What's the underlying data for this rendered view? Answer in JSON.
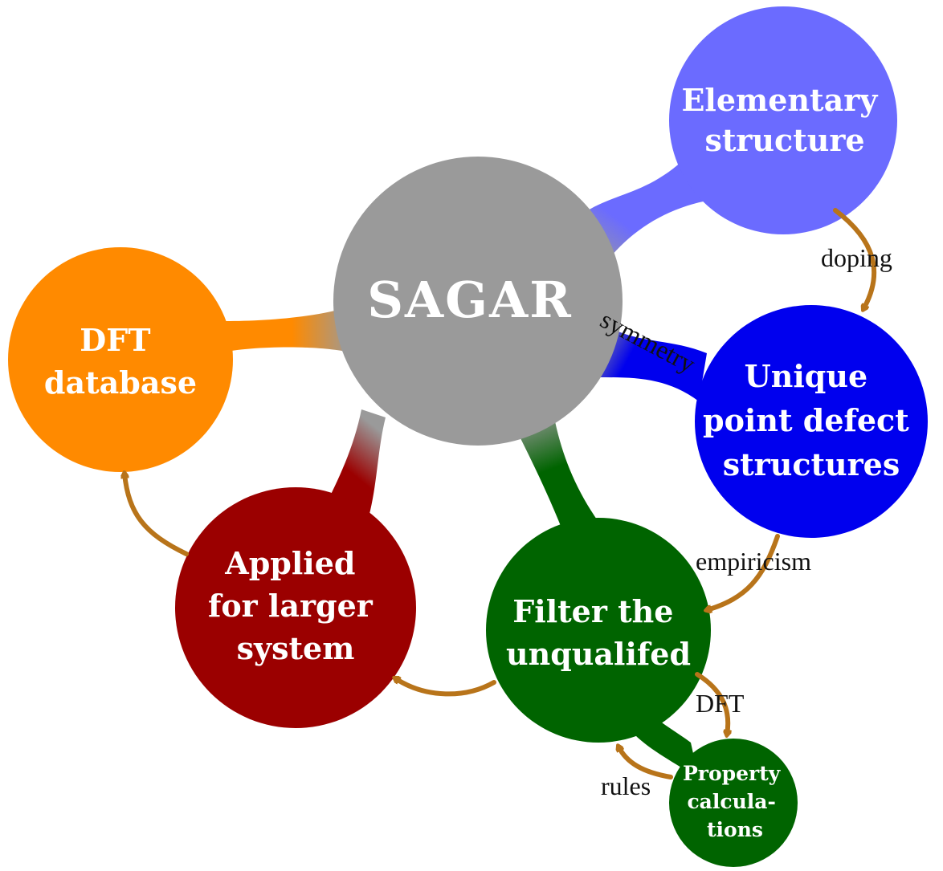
{
  "colors": {
    "center": "#9a9a9a",
    "elementary": "#6b6bff",
    "unique": "#0000ee",
    "dft_db": "#ff8a00",
    "applied": "#9b0000",
    "filter": "#006400",
    "property": "#006400",
    "arrow": "#b8741a"
  },
  "nodes": {
    "center": {
      "lines": [
        "SAGAR"
      ]
    },
    "elementary": {
      "lines": [
        "Elementary",
        "structure"
      ]
    },
    "unique": {
      "lines": [
        "Unique",
        "point defect",
        "structures"
      ]
    },
    "dft_db": {
      "lines": [
        "DFT",
        "database"
      ]
    },
    "applied": {
      "lines": [
        "Applied",
        "for larger",
        "system"
      ]
    },
    "filter": {
      "lines": [
        "Filter the",
        "unqualifed"
      ]
    },
    "property": {
      "lines": [
        "Property",
        "calcula-",
        "tions"
      ]
    }
  },
  "edge_labels": {
    "doping": "doping",
    "symmetry": "symmetry",
    "empiricism": "empiricism",
    "dft": "DFT",
    "rules": "rules"
  }
}
